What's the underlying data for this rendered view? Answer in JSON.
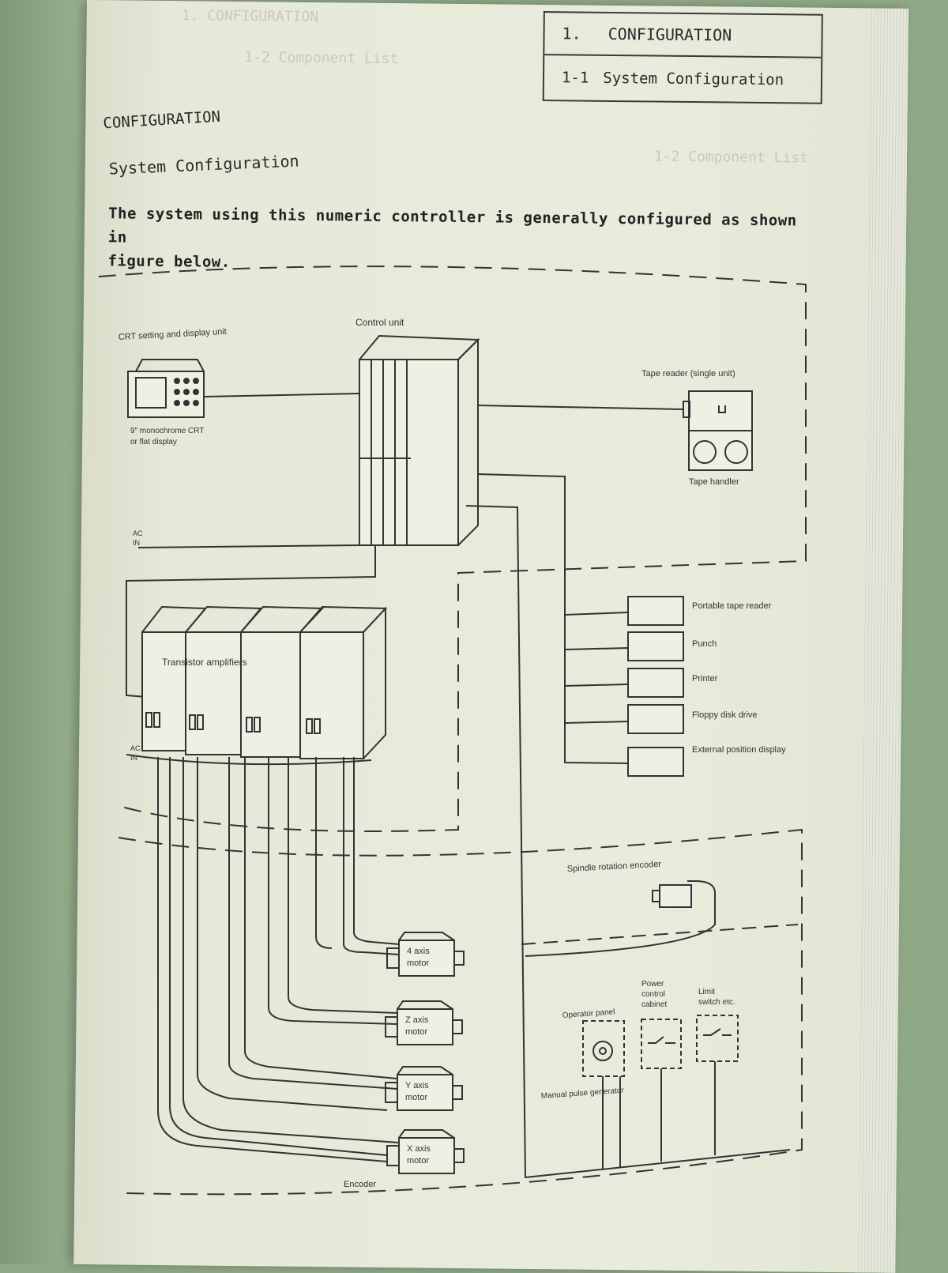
{
  "header": {
    "chapter_num": "1.",
    "chapter_title": "CONFIGURATION",
    "section_num": "1-1",
    "section_title": "System Configuration"
  },
  "body": {
    "chapter_heading": "CONFIGURATION",
    "section_heading": "System Configuration",
    "intro_line1": "The system using this numeric controller is generally configured as shown in",
    "intro_line2": "figure below."
  },
  "ghost_text": {
    "top_left_1": "1. CONFIGURATION",
    "top_left_2": "1-2 Component List",
    "table_title": "1-2 Component List"
  },
  "diagram": {
    "crt_unit": "CRT setting and display unit",
    "crt_note_1": "9\" monochrome CRT",
    "crt_note_2": "or flat display",
    "control_unit": "Control unit",
    "tape_reader": "Tape reader (single unit)",
    "tape_handler": "Tape handler",
    "ac_label_1": "AC",
    "ac_label_2": "IN",
    "transistor_amps": "Transistor amplifiers",
    "ac_label_3": "AC",
    "ac_label_4": "IN",
    "peripherals": [
      "Portable tape reader",
      "Punch",
      "Printer",
      "Floppy disk drive",
      "External position display"
    ],
    "spindle_encoder": "Spindle rotation encoder",
    "motors": [
      "4 axis motor",
      "Z axis motor",
      "Y axis motor",
      "X axis motor"
    ],
    "motor_lines": [
      [
        "4 axis",
        "motor"
      ],
      [
        "Z axis",
        "motor"
      ],
      [
        "Y axis",
        "motor"
      ],
      [
        "X axis",
        "motor"
      ]
    ],
    "operator_panel": "Operator panel",
    "power_cabinet": [
      "Power",
      "control",
      "cabinet"
    ],
    "limit_switch": [
      "Limit",
      "switch etc."
    ],
    "manual_pulse": "Manual pulse generator",
    "encoder": "Encoder"
  }
}
